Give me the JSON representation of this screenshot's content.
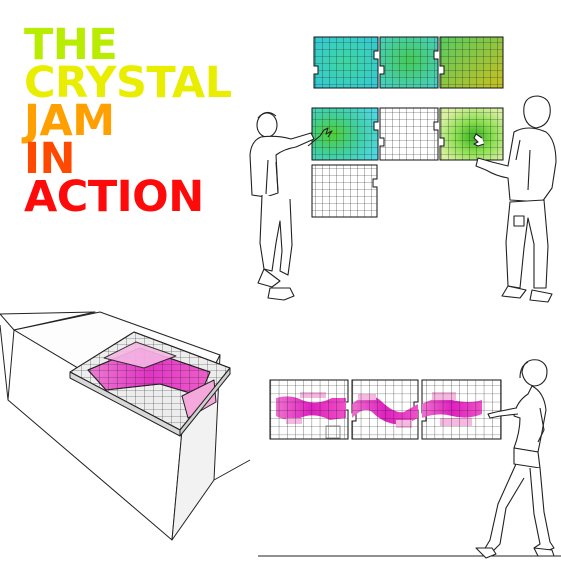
{
  "title": {
    "lines": [
      "THE",
      "CRYSTAL",
      "JAM",
      "IN",
      "ACTION"
    ],
    "colors": [
      "#b8ec00",
      "#e9ee00",
      "#ffa000",
      "#ff4800",
      "#ff0a0a"
    ]
  },
  "palette": {
    "grid_line": "#222222",
    "panel_fill": "#ffffff",
    "teal": "#35d0d0",
    "green": "#55d860",
    "olive": "#c8c020",
    "magenta": "#e020c0",
    "pink": "#f8a8d8"
  },
  "panels": {
    "top_wall": {
      "rows": 3,
      "grid": "9x10 cells",
      "lit": [
        "teal-green",
        "teal-green",
        "olive-green",
        "green-teal",
        "none",
        "green",
        "none"
      ]
    },
    "bottom_wall": {
      "panels": 3,
      "trail": "magenta"
    }
  },
  "figures": [
    "person-left-icon",
    "person-right-icon",
    "walking-woman-icon"
  ]
}
